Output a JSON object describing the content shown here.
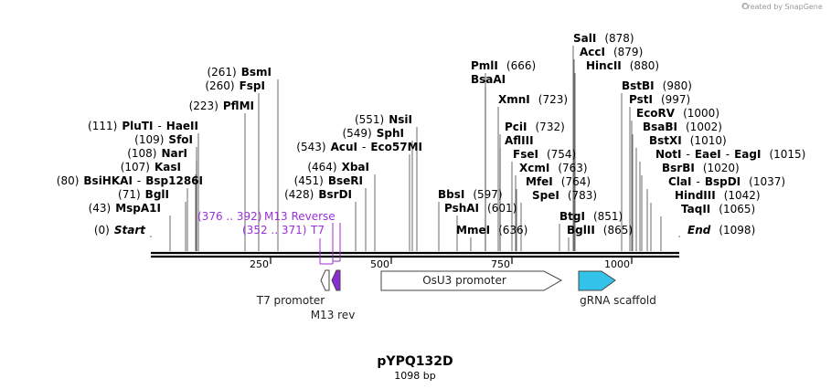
{
  "credit": "Created by SnapGene",
  "plasmid": {
    "name": "pYPQ132D",
    "size": "1098 bp"
  },
  "ruler": {
    "ticks": [
      "250",
      "500",
      "750",
      "1000"
    ]
  },
  "features": {
    "t7_promoter": "T7 promoter",
    "m13_rev": "M13 rev",
    "osu3": "OsU3 promoter",
    "grna": "gRNA scaffold"
  },
  "primers": {
    "m13_reverse": {
      "range": "(376 .. 392)",
      "name": "M13 Reverse"
    },
    "t7": {
      "range": "(352 .. 371)",
      "name": "T7"
    }
  },
  "colors": {
    "primer": "#9b30d9",
    "m13": "#8b2bd6",
    "grna": "#33c3e8",
    "backbone": "#000000"
  },
  "sites": [
    {
      "id": "start",
      "parts": [
        [
          "(0)",
          "n"
        ],
        [
          "Start",
          "i"
        ]
      ]
    },
    {
      "id": "mspa1i",
      "parts": [
        [
          "(43)",
          "n"
        ],
        [
          "MspA1I",
          "b"
        ]
      ]
    },
    {
      "id": "bgli",
      "parts": [
        [
          "(71)",
          "n"
        ],
        [
          "BglI",
          "b"
        ]
      ]
    },
    {
      "id": "bsihkai",
      "parts": [
        [
          "(80)",
          "n"
        ],
        [
          "BsiHKAI",
          "b"
        ],
        [
          "-",
          "n"
        ],
        [
          "Bsp1286I",
          "b"
        ]
      ]
    },
    {
      "id": "kasi",
      "parts": [
        [
          "(107)",
          "n"
        ],
        [
          "KasI",
          "b"
        ]
      ]
    },
    {
      "id": "nari",
      "parts": [
        [
          "(108)",
          "n"
        ],
        [
          "NarI",
          "b"
        ]
      ]
    },
    {
      "id": "sfoi",
      "parts": [
        [
          "(109)",
          "n"
        ],
        [
          "SfoI",
          "b"
        ]
      ]
    },
    {
      "id": "pluti",
      "parts": [
        [
          "(111)",
          "n"
        ],
        [
          "PluTI",
          "b"
        ],
        [
          "-",
          "n"
        ],
        [
          "HaeII",
          "b"
        ]
      ]
    },
    {
      "id": "pflmi",
      "parts": [
        [
          "(223)",
          "n"
        ],
        [
          "PflMI",
          "b"
        ]
      ]
    },
    {
      "id": "fspi",
      "parts": [
        [
          "(260)",
          "n"
        ],
        [
          "FspI",
          "b"
        ]
      ]
    },
    {
      "id": "bsmi",
      "parts": [
        [
          "(261)",
          "n"
        ],
        [
          "BsmI",
          "b"
        ]
      ]
    },
    {
      "id": "bsrdi",
      "parts": [
        [
          "(428)",
          "n"
        ],
        [
          "BsrDI",
          "b"
        ]
      ]
    },
    {
      "id": "bseri",
      "parts": [
        [
          "(451)",
          "n"
        ],
        [
          "BseRI",
          "b"
        ]
      ]
    },
    {
      "id": "xbai",
      "parts": [
        [
          "(464)",
          "n"
        ],
        [
          "XbaI",
          "b"
        ]
      ]
    },
    {
      "id": "acui",
      "parts": [
        [
          "(543)",
          "n"
        ],
        [
          "AcuI",
          "b"
        ],
        [
          "-",
          "n"
        ],
        [
          "Eco57MI",
          "b"
        ]
      ]
    },
    {
      "id": "sphi",
      "parts": [
        [
          "(549)",
          "n"
        ],
        [
          "SphI",
          "b"
        ]
      ]
    },
    {
      "id": "nsii",
      "parts": [
        [
          "(551)",
          "n"
        ],
        [
          "NsiI",
          "b"
        ]
      ]
    },
    {
      "id": "bbsi",
      "parts": [
        [
          "BbsI",
          "b"
        ],
        [
          "(597)",
          "n"
        ]
      ]
    },
    {
      "id": "pshai",
      "parts": [
        [
          "PshAI",
          "b"
        ],
        [
          "(601)",
          "n"
        ]
      ]
    },
    {
      "id": "mmei",
      "parts": [
        [
          "MmeI",
          "b"
        ],
        [
          "(636)",
          "n"
        ]
      ]
    },
    {
      "id": "pmli",
      "parts": [
        [
          "PmlI",
          "b"
        ],
        [
          "(666)",
          "n"
        ]
      ]
    },
    {
      "id": "bsaai",
      "parts": [
        [
          "BsaAI",
          "b"
        ]
      ]
    },
    {
      "id": "xmni",
      "parts": [
        [
          "XmnI",
          "b"
        ],
        [
          "(723)",
          "n"
        ]
      ]
    },
    {
      "id": "pcii",
      "parts": [
        [
          "PciI",
          "b"
        ],
        [
          "(732)",
          "n"
        ]
      ]
    },
    {
      "id": "afliii",
      "parts": [
        [
          "AflIII",
          "b"
        ]
      ]
    },
    {
      "id": "fsei",
      "parts": [
        [
          "FseI",
          "b"
        ],
        [
          "(754)",
          "n"
        ]
      ]
    },
    {
      "id": "xcmi",
      "parts": [
        [
          "XcmI",
          "b"
        ],
        [
          "(763)",
          "n"
        ]
      ]
    },
    {
      "id": "mfei",
      "parts": [
        [
          "MfeI",
          "b"
        ],
        [
          "(764)",
          "n"
        ]
      ]
    },
    {
      "id": "spei",
      "parts": [
        [
          "SpeI",
          "b"
        ],
        [
          "(783)",
          "n"
        ]
      ]
    },
    {
      "id": "btgi",
      "parts": [
        [
          "BtgI",
          "b"
        ],
        [
          "(851)",
          "n"
        ]
      ]
    },
    {
      "id": "bglii",
      "parts": [
        [
          "BglII",
          "b"
        ],
        [
          "(865)",
          "n"
        ]
      ]
    },
    {
      "id": "sali",
      "parts": [
        [
          "SalI",
          "b"
        ],
        [
          "(878)",
          "n"
        ]
      ]
    },
    {
      "id": "acci",
      "parts": [
        [
          "AccI",
          "b"
        ],
        [
          "(879)",
          "n"
        ]
      ]
    },
    {
      "id": "hincii",
      "parts": [
        [
          "HincII",
          "b"
        ],
        [
          "(880)",
          "n"
        ]
      ]
    },
    {
      "id": "bstbi",
      "parts": [
        [
          "BstBI",
          "b"
        ],
        [
          "(980)",
          "n"
        ]
      ]
    },
    {
      "id": "psti",
      "parts": [
        [
          "PstI",
          "b"
        ],
        [
          "(997)",
          "n"
        ]
      ]
    },
    {
      "id": "ecorv",
      "parts": [
        [
          "EcoRV",
          "b"
        ],
        [
          "(1000)",
          "n"
        ]
      ]
    },
    {
      "id": "bsabi",
      "parts": [
        [
          "BsaBI",
          "b"
        ],
        [
          "(1002)",
          "n"
        ]
      ]
    },
    {
      "id": "bstxi",
      "parts": [
        [
          "BstXI",
          "b"
        ],
        [
          "(1010)",
          "n"
        ]
      ]
    },
    {
      "id": "noti",
      "parts": [
        [
          "NotI",
          "b"
        ],
        [
          "-",
          "n"
        ],
        [
          "EaeI",
          "b"
        ],
        [
          "-",
          "n"
        ],
        [
          "EagI",
          "b"
        ],
        [
          "(1015)",
          "n"
        ]
      ]
    },
    {
      "id": "bsrbi",
      "parts": [
        [
          "BsrBI",
          "b"
        ],
        [
          "(1020)",
          "n"
        ]
      ]
    },
    {
      "id": "clai",
      "parts": [
        [
          "ClaI",
          "b"
        ],
        [
          "-",
          "n"
        ],
        [
          "BspDI",
          "b"
        ],
        [
          "(1037)",
          "n"
        ]
      ]
    },
    {
      "id": "hindiii",
      "parts": [
        [
          "HindIII",
          "b"
        ],
        [
          "(1042)",
          "n"
        ]
      ]
    },
    {
      "id": "taqii",
      "parts": [
        [
          "TaqII",
          "b"
        ],
        [
          "(1065)",
          "n"
        ]
      ]
    },
    {
      "id": "end",
      "parts": [
        [
          "End",
          "i"
        ],
        [
          "(1098)",
          "n"
        ]
      ]
    }
  ]
}
